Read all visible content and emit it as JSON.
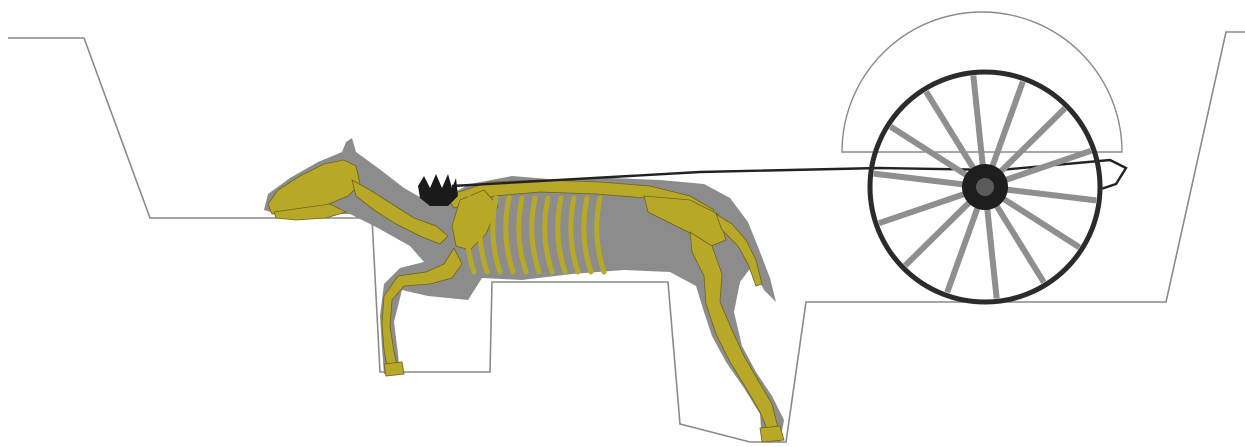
{
  "colors": {
    "background": "#ffffff",
    "pit_outline": "#8a8a8a",
    "horse_body": "#8c8c8c",
    "skeleton": "#b8a828",
    "skeleton_dark": "#6e6418",
    "wheel_rim": "#2b2b2b",
    "spokes": "#8f8f8f",
    "hub": "#1e1e1e",
    "pole": "#222222",
    "yoke_saddle": "#1a1a1a"
  },
  "wheel": {
    "spoke_count": 14
  },
  "icons": {
    "pit": "burial-pit-outline",
    "horse": "horse-silhouette",
    "skeleton": "horse-skeleton",
    "yoke": "yoke-saddle-icon",
    "wheel": "chariot-wheel",
    "pole": "draught-pole",
    "arc": "wheel-arc-outline"
  }
}
